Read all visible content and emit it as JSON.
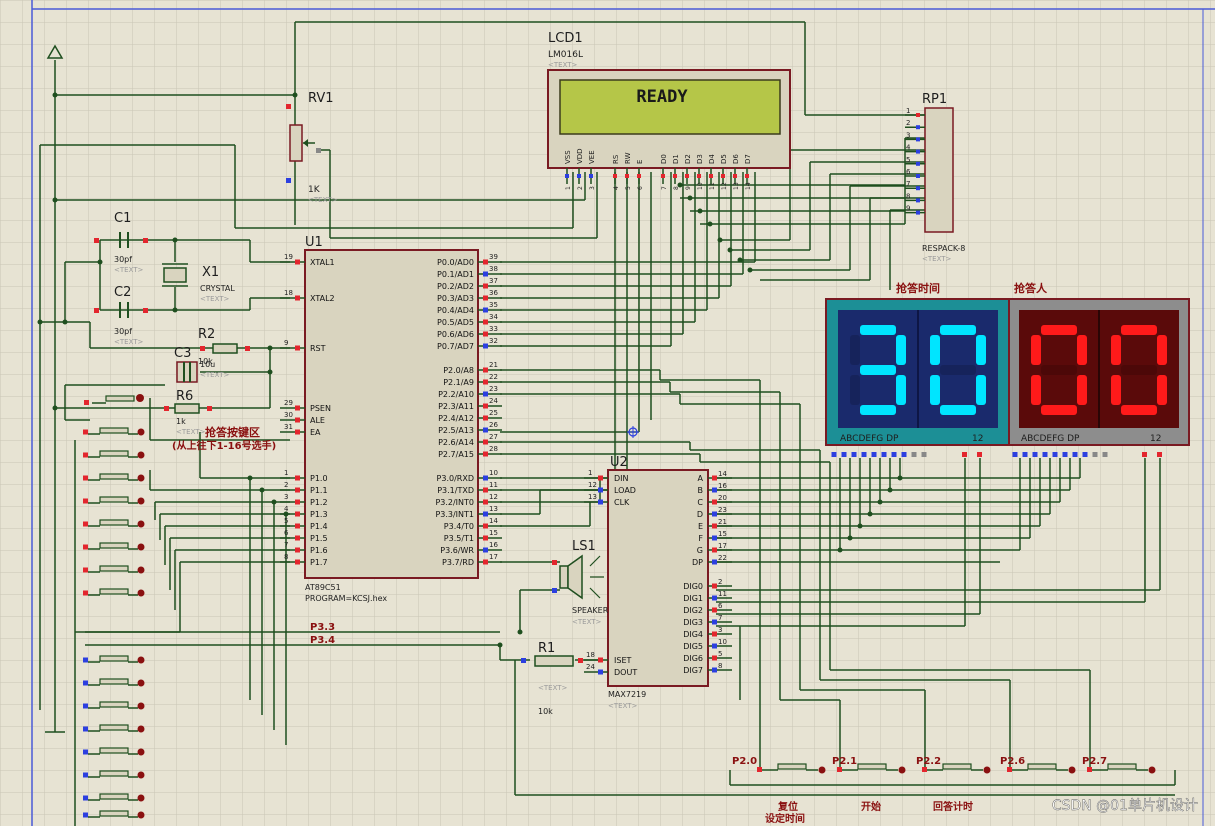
{
  "components": {
    "lcd": {
      "ref": "LCD1",
      "model": "LM016L",
      "text_tag": "<TEXT>",
      "display": "READY",
      "pins": [
        "VSS",
        "VDD",
        "VEE",
        "RS",
        "RW",
        "E",
        "D0",
        "D1",
        "D2",
        "D3",
        "D4",
        "D5",
        "D6",
        "D7"
      ],
      "pin_numbers": [
        "1",
        "2",
        "3",
        "4",
        "5",
        "6",
        "7",
        "8",
        "9",
        "10",
        "11",
        "12",
        "13",
        "14"
      ]
    },
    "rv1": {
      "ref": "RV1",
      "value": "1K",
      "text_tag": "<TEXT>"
    },
    "rp1": {
      "ref": "RP1",
      "model": "RESPACK-8",
      "text_tag": "<TEXT>",
      "pins": [
        "1",
        "2",
        "3",
        "4",
        "5",
        "6",
        "7",
        "8",
        "9"
      ]
    },
    "c1": {
      "ref": "C1",
      "value": "30pf",
      "text_tag": "<TEXT>"
    },
    "c2": {
      "ref": "C2",
      "value": "30pf",
      "text_tag": "<TEXT>"
    },
    "c3": {
      "ref": "C3",
      "value": "10u",
      "text_tag": "<TEXT>"
    },
    "x1": {
      "ref": "X1",
      "model": "CRYSTAL",
      "text_tag": "<TEXT>"
    },
    "r2": {
      "ref": "R2",
      "value": "10k"
    },
    "r6": {
      "ref": "R6",
      "value": "1k",
      "text_tag": "<TEXT>"
    },
    "r1": {
      "ref": "R1",
      "value": "10k",
      "text_tag": "<TEXT>"
    },
    "u1": {
      "ref": "U1",
      "model": "AT89C51",
      "program": "PROGRAM=KCSJ.hex",
      "left_pins": [
        {
          "num": "19",
          "name": "XTAL1"
        },
        {
          "num": "18",
          "name": "XTAL2"
        },
        {
          "num": "9",
          "name": "RST"
        },
        {
          "num": "29",
          "name": "PSEN"
        },
        {
          "num": "30",
          "name": "ALE"
        },
        {
          "num": "31",
          "name": "EA"
        },
        {
          "num": "1",
          "name": "P1.0"
        },
        {
          "num": "2",
          "name": "P1.1"
        },
        {
          "num": "3",
          "name": "P1.2"
        },
        {
          "num": "4",
          "name": "P1.3"
        },
        {
          "num": "5",
          "name": "P1.4"
        },
        {
          "num": "6",
          "name": "P1.5"
        },
        {
          "num": "7",
          "name": "P1.6"
        },
        {
          "num": "8",
          "name": "P1.7"
        }
      ],
      "right_pins": [
        {
          "num": "39",
          "name": "P0.0/AD0"
        },
        {
          "num": "38",
          "name": "P0.1/AD1"
        },
        {
          "num": "37",
          "name": "P0.2/AD2"
        },
        {
          "num": "36",
          "name": "P0.3/AD3"
        },
        {
          "num": "35",
          "name": "P0.4/AD4"
        },
        {
          "num": "34",
          "name": "P0.5/AD5"
        },
        {
          "num": "33",
          "name": "P0.6/AD6"
        },
        {
          "num": "32",
          "name": "P0.7/AD7"
        },
        {
          "num": "21",
          "name": "P2.0/A8"
        },
        {
          "num": "22",
          "name": "P2.1/A9"
        },
        {
          "num": "23",
          "name": "P2.2/A10"
        },
        {
          "num": "24",
          "name": "P2.3/A11"
        },
        {
          "num": "25",
          "name": "P2.4/A12"
        },
        {
          "num": "26",
          "name": "P2.5/A13"
        },
        {
          "num": "27",
          "name": "P2.6/A14"
        },
        {
          "num": "28",
          "name": "P2.7/A15"
        },
        {
          "num": "10",
          "name": "P3.0/RXD"
        },
        {
          "num": "11",
          "name": "P3.1/TXD"
        },
        {
          "num": "12",
          "name": "P3.2/INT0"
        },
        {
          "num": "13",
          "name": "P3.3/INT1"
        },
        {
          "num": "14",
          "name": "P3.4/T0"
        },
        {
          "num": "15",
          "name": "P3.5/T1"
        },
        {
          "num": "16",
          "name": "P3.6/WR"
        },
        {
          "num": "17",
          "name": "P3.7/RD"
        }
      ]
    },
    "u2": {
      "ref": "U2",
      "model": "MAX7219",
      "text_tag": "<TEXT>",
      "left_pins": [
        {
          "num": "1",
          "name": "DIN"
        },
        {
          "num": "12",
          "name": "LOAD"
        },
        {
          "num": "13",
          "name": "CLK"
        }
      ],
      "left_bottom_pins": [
        {
          "num": "18",
          "name": "ISET"
        },
        {
          "num": "24",
          "name": "DOUT"
        }
      ],
      "right_pins": [
        {
          "num": "14",
          "name": "A"
        },
        {
          "num": "16",
          "name": "B"
        },
        {
          "num": "20",
          "name": "C"
        },
        {
          "num": "23",
          "name": "D"
        },
        {
          "num": "21",
          "name": "E"
        },
        {
          "num": "15",
          "name": "F"
        },
        {
          "num": "17",
          "name": "G"
        },
        {
          "num": "22",
          "name": "DP"
        },
        {
          "num": "2",
          "name": "DIG0"
        },
        {
          "num": "11",
          "name": "DIG1"
        },
        {
          "num": "6",
          "name": "DIG2"
        },
        {
          "num": "7",
          "name": "DIG3"
        },
        {
          "num": "3",
          "name": "DIG4"
        },
        {
          "num": "10",
          "name": "DIG5"
        },
        {
          "num": "5",
          "name": "DIG6"
        },
        {
          "num": "8",
          "name": "DIG7"
        }
      ]
    },
    "ls1": {
      "ref": "LS1",
      "model": "SPEAKER",
      "text_tag": "<TEXT>"
    },
    "display_time": {
      "title": "抢答时间",
      "value": "30",
      "seg_label": "ABCDEFG  DP",
      "digit_label": "12",
      "color": "#00e5ff"
    },
    "display_person": {
      "title": "抢答人",
      "value": "00",
      "seg_label": "ABCDEFG  DP",
      "digit_label": "12",
      "color": "#ff1a1a"
    }
  },
  "labels": {
    "buzzer_area_line1": "抢答按键区",
    "buzzer_area_line2": "(从上往下1-16号选手)",
    "p33": "P3.3",
    "p34": "P3.4"
  },
  "control_buttons": [
    {
      "port": "P2.0",
      "label": "复位",
      "label2": "设定时间"
    },
    {
      "port": "P2.1",
      "label": "开始",
      "label2": ""
    },
    {
      "port": "P2.2",
      "label": "回答计时",
      "label2": ""
    },
    {
      "port": "P2.6",
      "label": "",
      "label2": ""
    },
    {
      "port": "P2.7",
      "label": "",
      "label2": ""
    }
  ],
  "watermark": "CSDN @01单片机设计",
  "colors": {
    "wire": "#1f4f1f",
    "outline": "#7a1a22",
    "body": "#d9d4bf",
    "lcd_screen": "#b5c648",
    "pin_red": "#e3262e",
    "pin_blue": "#2c3fe0",
    "grid": "#c8c4b4",
    "label": "#8a1010"
  }
}
